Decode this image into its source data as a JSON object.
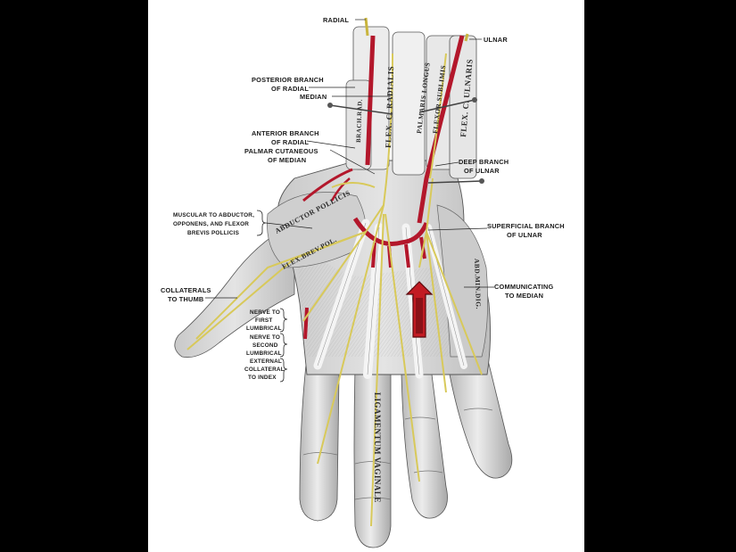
{
  "colors": {
    "background": "#000000",
    "panel": "#ffffff",
    "skin": "#d9d9d9",
    "tendon": "#ededed",
    "artery": "#b3172b",
    "nerve": "#d8c95a",
    "arrow": "#c21b23"
  },
  "labels": {
    "radial": "RADIAL",
    "ulnar": "ULNAR",
    "posterior_branch_1": "POSTERIOR BRANCH",
    "posterior_branch_2": "OF RADIAL",
    "median": "MEDIAN",
    "anterior_branch_1": "ANTERIOR BRANCH",
    "anterior_branch_2": "OF RADIAL",
    "palmar_cutaneous_1": "PALMAR CUTANEOUS",
    "palmar_cutaneous_2": "OF MEDIAN",
    "deep_branch_1": "DEEP BRANCH",
    "deep_branch_2": "OF ULNAR",
    "muscular_1": "MUSCULAR TO ABDUCTOR,",
    "muscular_2": "OPPONENS, AND FLEXOR",
    "muscular_3": "BREVIS POLLICIS",
    "superficial_1": "SUPERFICIAL BRANCH",
    "superficial_2": "OF ULNAR",
    "collaterals_1": "COLLATERALS",
    "collaterals_2": "TO THUMB",
    "communicating_1": "COMMUNICATING",
    "communicating_2": "TO MEDIAN",
    "nerve_first_1": "NERVE TO",
    "nerve_first_2": "FIRST",
    "nerve_first_3": "LUMBRICAL",
    "nerve_second_1": "NERVE TO",
    "nerve_second_2": "SECOND",
    "nerve_second_3": "LUMBRICAL",
    "external_1": "EXTERNAL",
    "external_2": "COLLATERAL",
    "external_3": "TO INDEX"
  },
  "structures": {
    "flex_c_radialis": "FLEX. C. RADIALIS",
    "flex_c_ulnaris": "FLEX. C. ULNARIS",
    "palmaris_longus": "PALMARIS LONGUS",
    "flexor_sublimis": "FLEXOR SUBLIMIS",
    "brach_rad": "BRACH.RAD.",
    "abductor_pollicis": "ABDUCTOR POLLICIS",
    "flex_brev_pol": "FLEX.BREV.POL.",
    "abd_min_dig": "ABD.MIN.DIG.",
    "ligamentum_vaginale": "LIGAMENTUM VAGINALE"
  }
}
